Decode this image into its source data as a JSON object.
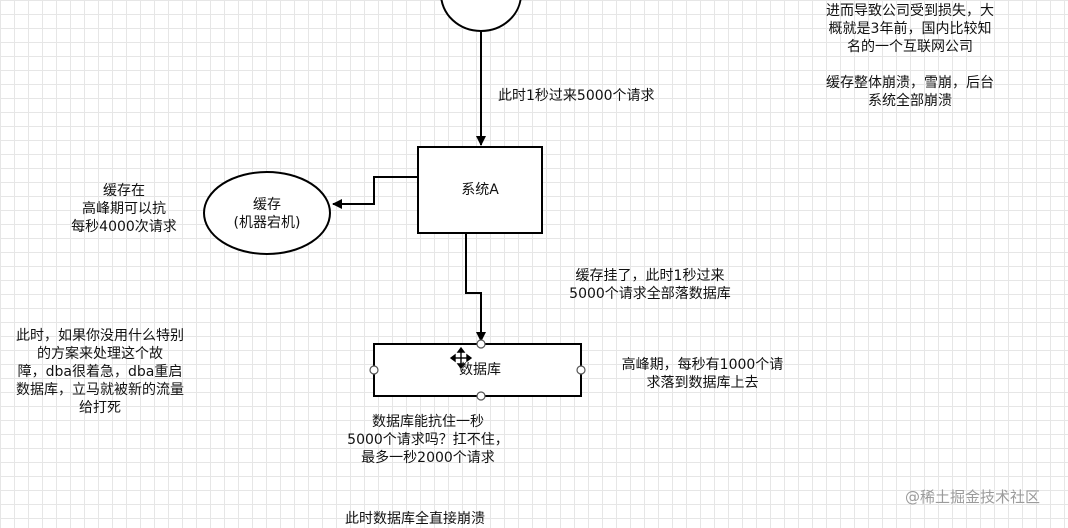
{
  "nodes": {
    "system_a": "系统A",
    "cache": [
      "缓存",
      "(机器宕机)"
    ],
    "database": "数据库"
  },
  "notes": {
    "top_right": [
      "进而导致公司受到损失，大",
      "概就是3年前，国内比较知",
      "名的一个互联网公司",
      "",
      "缓存整体崩溃，雪崩，后台",
      "系统全部崩溃"
    ],
    "request_label": "此时1秒过来5000个请求",
    "cache_capacity": [
      "缓存在",
      "高峰期可以抗",
      "每秒4000次请求"
    ],
    "cache_down": [
      "缓存挂了，此时1秒过来",
      "5000个请求全部落数据库"
    ],
    "peak_traffic": [
      "高峰期，每秒有1000个请",
      "求落到数据库上去"
    ],
    "dba_restart": [
      "此时，如果你没用什么特别",
      "的方案来处理这个故",
      "障，dba很着急，dba重启",
      "数据库，立马就被新的流量",
      "给打死"
    ],
    "db_capacity": [
      "数据库能抗住一秒",
      "5000个请求吗？扛不住，",
      "最多一秒2000个请求"
    ],
    "bottom_cut": "此时数据库全直接崩溃"
  },
  "watermark": "@稀土掘金技术社区"
}
